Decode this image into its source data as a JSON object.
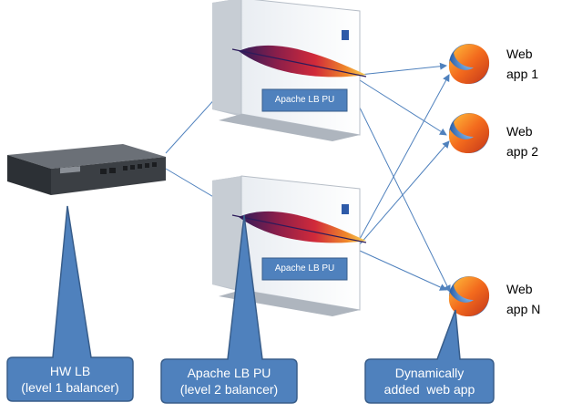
{
  "colors": {
    "callout_fill": "#4f81bd",
    "callout_stroke": "#385d8a",
    "connector": "#4f81bd",
    "label_box": "#4f81bd",
    "server_body": "#eceff3",
    "hw_device": "#3b3f44"
  },
  "hw_lb": {
    "icon": "network-appliance-icon",
    "callout": {
      "line1": "HW LB",
      "line2": "(level 1 balancer)"
    }
  },
  "servers": [
    {
      "icon": "server-tower-icon",
      "logo": "apache-feather-icon",
      "label": "Apache LB PU"
    },
    {
      "icon": "server-tower-icon",
      "logo": "apache-feather-icon",
      "label": "Apache LB PU"
    }
  ],
  "apache_callout": {
    "line1": "Apache LB PU",
    "line2": "(level 2 balancer)"
  },
  "web_apps": [
    {
      "icon": "firefox-browser-icon",
      "line1": "Web",
      "line2": "app 1"
    },
    {
      "icon": "firefox-browser-icon",
      "line1": "Web",
      "line2": "app 2"
    },
    {
      "icon": "firefox-browser-icon",
      "line1": "Web",
      "line2": "app N"
    }
  ],
  "dynamic_callout": {
    "line1": "Dynamically",
    "line2": "added  web app"
  }
}
